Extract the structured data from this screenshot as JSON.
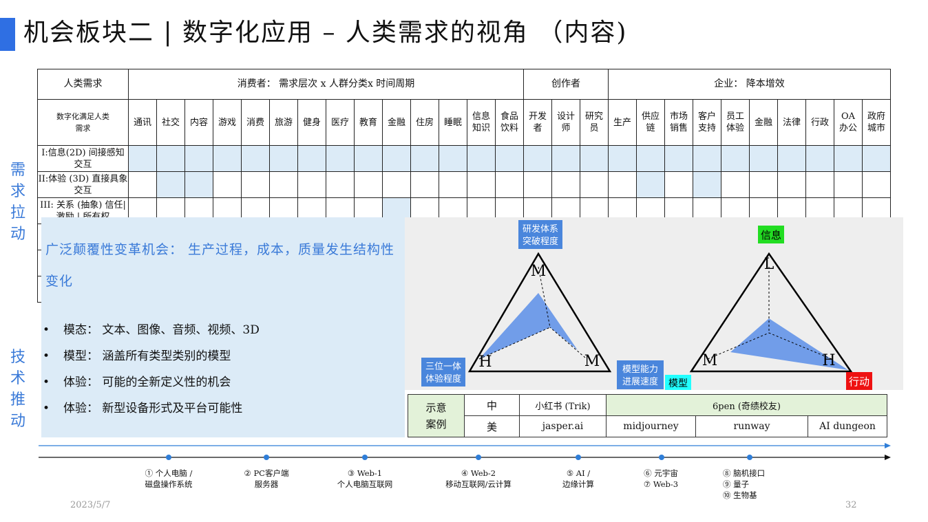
{
  "title": "机会板块二 | 数字化应用 – 人类需求的视角 （内容)",
  "side_labels": {
    "demand": "需求拉动",
    "tech": "技术推动"
  },
  "table": {
    "header": {
      "needs": "人类需求",
      "consumer": "消费者： 需求层次 x 人群分类x 时间周期",
      "creator": "创作者",
      "enterprise": "企业： 降本增效"
    },
    "sub_header": "数字化满足人类需求",
    "columns": [
      "通讯",
      "社交",
      "内容",
      "游戏",
      "消费",
      "旅游",
      "健身",
      "医疗",
      "教育",
      "金融",
      "住房",
      "睡眠",
      "信息知识",
      "食品饮料",
      "开发者",
      "设计师",
      "研究员",
      "生产",
      "供应链",
      "市场销售",
      "客户支持",
      "员工体验",
      "金融",
      "法律",
      "行政",
      "OA办公",
      "政府城市"
    ],
    "rows": [
      {
        "label": "I:信息(2D) 间接感知交互"
      },
      {
        "label": "II:体验 (3D) 直接具象交互"
      },
      {
        "label": "III: 关系 (抽象) 信任| 激励 | 所有权"
      }
    ]
  },
  "overlay": {
    "headline": "广泛颠覆性变革机会： 生产过程，成本，质量发生结构性变化",
    "bullets": [
      "模态： 文本、图像、音频、视频、3D",
      "模型： 涵盖所有类型类别的模型",
      "体验： 可能的全新定义性的机会",
      "体验： 新型设备形式及平台可能性"
    ]
  },
  "diagram": {
    "left": {
      "top_tag": "研发体系 突破程度",
      "top": "M",
      "left_tag": "三位一体 体验程度",
      "left": "H",
      "right": "M",
      "right_tag": "模型能力 进展速度"
    },
    "right": {
      "top_tag": "信息",
      "top": "L",
      "left": "M",
      "left_tag": "模型",
      "right": "H",
      "right_tag": "行动"
    },
    "colors": {
      "fill": "#5b8ee8",
      "blue_tag": "#4a86dc",
      "green_tag": "#22dd22",
      "cyan_tag": "#22ffff",
      "red_tag": "#ee1111"
    }
  },
  "cases": {
    "label": "示意 案例",
    "china": {
      "region": "中",
      "items": [
        "小红书 (Trik)",
        "6pen (奇绩校友)"
      ]
    },
    "us": {
      "region": "美",
      "items": [
        "jasper.ai",
        "midjourney",
        "runway",
        "AI dungeon"
      ]
    }
  },
  "timeline": [
    {
      "lines": [
        "① 个人电脑 /",
        "磁盘操作系统"
      ]
    },
    {
      "lines": [
        "② PC客户端",
        "服务器"
      ]
    },
    {
      "lines": [
        "③ Web-1",
        "个人电脑互联网"
      ]
    },
    {
      "lines": [
        "④ Web-2",
        "移动互联网/云计算"
      ]
    },
    {
      "lines": [
        "⑤ AI /",
        "边缘计算"
      ]
    },
    {
      "lines": [
        "⑥ 元宇宙",
        "⑦ Web-3"
      ]
    },
    {
      "lines": [
        "⑧ 脑机接口",
        "⑨ 量子",
        "⑩ 生物基"
      ]
    }
  ],
  "footer": {
    "date": "2023/5/7",
    "page": "32"
  }
}
